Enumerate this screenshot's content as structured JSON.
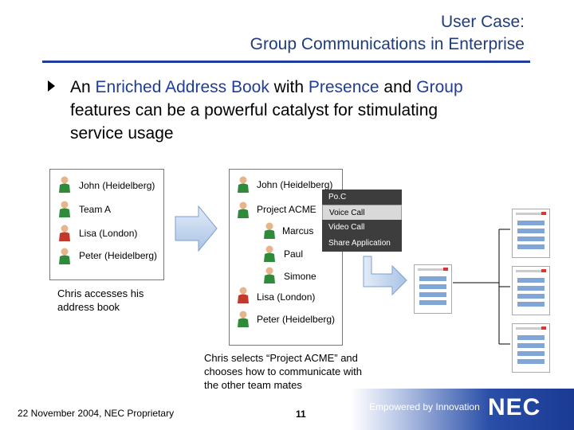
{
  "title": {
    "line1": "User Case:",
    "line2": "Group Communications in Enterprise"
  },
  "bullet": {
    "p1": "An ",
    "h1": "Enriched Address Book",
    "p2": " with ",
    "h2": "Presence",
    "p3": " and ",
    "h3": "Group",
    "p4": " features can be a powerful catalyst for stimulating service usage"
  },
  "left_book": {
    "entries": [
      "John (Heidelberg)",
      "Team A",
      "Lisa (London)",
      "Peter (Heidelberg)"
    ],
    "caption": "Chris accesses his\naddress book"
  },
  "right_book": {
    "entries": [
      "John (Heidelberg)",
      "Project ACME",
      "Marcus",
      "Paul",
      "Simone",
      "Lisa (London)",
      "Peter (Heidelberg)"
    ],
    "caption": "Chris selects “Project ACME” and chooses how to communicate with the other team mates"
  },
  "menu": {
    "items": [
      "Po.C",
      "Voice Call",
      "Video Call",
      "Share Application"
    ]
  },
  "footer": {
    "date": "22 November 2004, NEC Proprietary",
    "page": "11",
    "tagline": "Empowered by Innovation",
    "logo": "NEC"
  },
  "colors": {
    "title": "#1f3d7a",
    "accent": "#1f3d99",
    "presence_green": "#2e8b3a",
    "presence_red": "#c0392b"
  },
  "icons": {
    "person_available": "person-green-icon",
    "person_busy": "person-red-icon",
    "arrow": "block-arrow-right-icon"
  }
}
